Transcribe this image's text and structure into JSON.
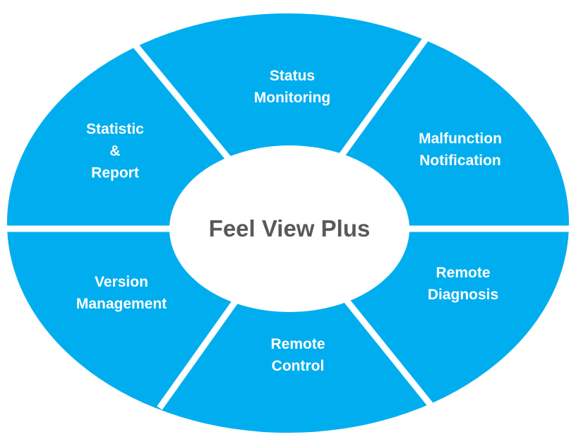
{
  "diagram": {
    "center_title": "Feel View Plus",
    "segments": [
      {
        "lines": [
          "Status",
          "Monitoring"
        ]
      },
      {
        "lines": [
          "Malfunction",
          "Notification"
        ]
      },
      {
        "lines": [
          "Remote",
          "Diagnosis"
        ]
      },
      {
        "lines": [
          "Remote",
          "Control"
        ]
      },
      {
        "lines": [
          "Version",
          "Management"
        ]
      },
      {
        "lines": [
          "Statistic",
          "&",
          "Report"
        ]
      }
    ],
    "colors": {
      "segment_fill": "#00AEEF",
      "separator": "#FFFFFF",
      "center_fill": "#FFFFFF",
      "center_text": "#595959",
      "segment_text": "#FFFFFF"
    }
  }
}
